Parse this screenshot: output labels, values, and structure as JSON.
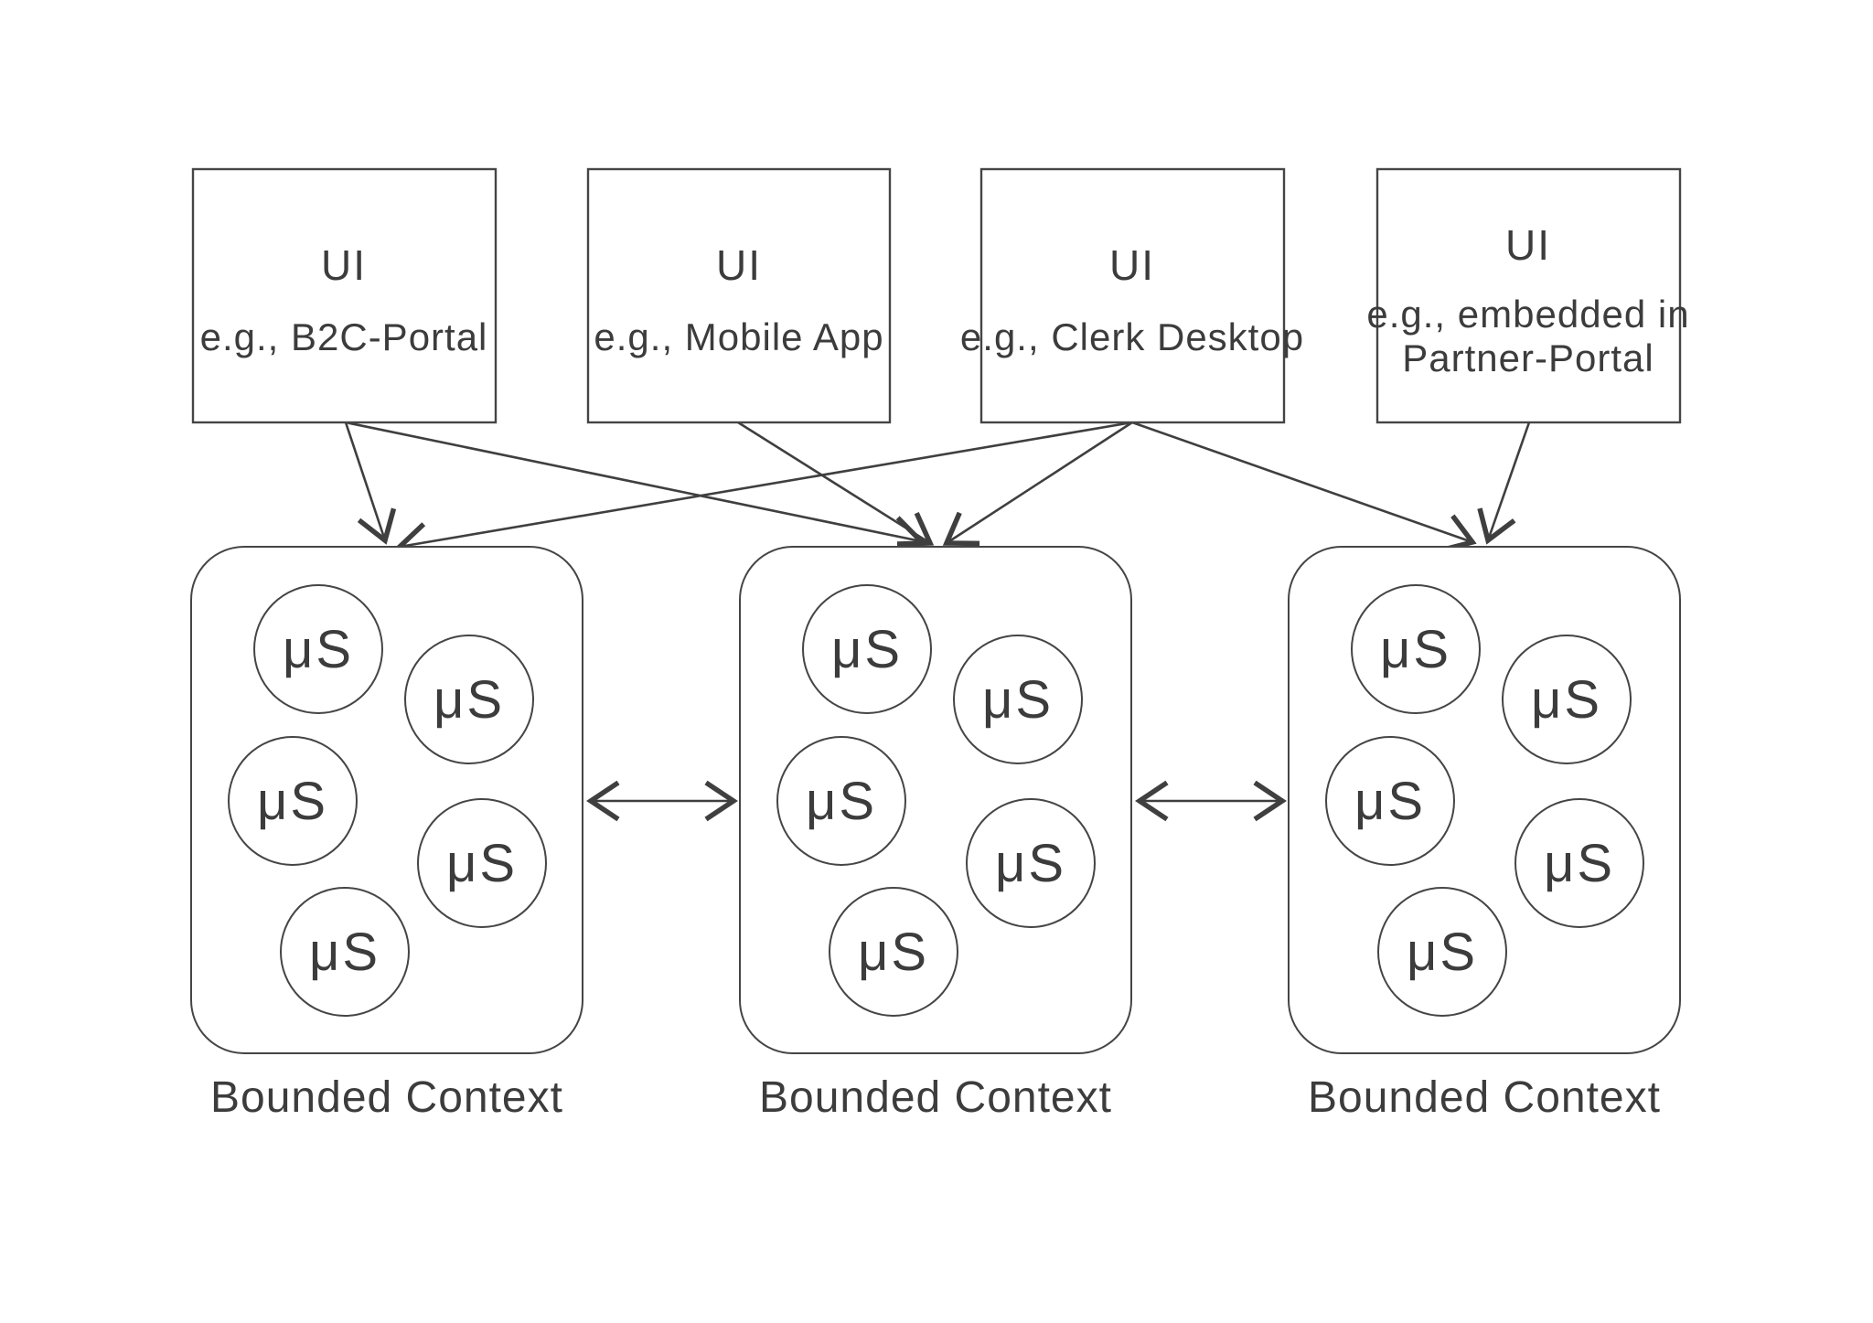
{
  "diagram": {
    "ui_boxes": [
      {
        "title": "UI",
        "subtitle_lines": [
          "e.g., B2C-Portal"
        ]
      },
      {
        "title": "UI",
        "subtitle_lines": [
          "e.g., Mobile App"
        ]
      },
      {
        "title": "UI",
        "subtitle_lines": [
          "e.g., Clerk Desktop"
        ]
      },
      {
        "title": "UI",
        "subtitle_lines": [
          "e.g., embedded in",
          "Partner-Portal"
        ]
      }
    ],
    "bounded_contexts": [
      {
        "label": "Bounded Context",
        "services": [
          "μS",
          "μS",
          "μS",
          "μS",
          "μS"
        ]
      },
      {
        "label": "Bounded Context",
        "services": [
          "μS",
          "μS",
          "μS",
          "μS",
          "μS"
        ]
      },
      {
        "label": "Bounded Context",
        "services": [
          "μS",
          "μS",
          "μS",
          "μS",
          "μS"
        ]
      }
    ],
    "connections": [
      {
        "from": "UI (e.g., B2C-Portal)",
        "to": "Bounded Context 1",
        "type": "arrow"
      },
      {
        "from": "UI (e.g., B2C-Portal)",
        "to": "Bounded Context 2",
        "type": "arrow"
      },
      {
        "from": "UI (e.g., Mobile App)",
        "to": "Bounded Context 2",
        "type": "arrow"
      },
      {
        "from": "UI (e.g., Clerk Desktop)",
        "to": "Bounded Context 1",
        "type": "arrow"
      },
      {
        "from": "UI (e.g., Clerk Desktop)",
        "to": "Bounded Context 2",
        "type": "arrow"
      },
      {
        "from": "UI (e.g., Clerk Desktop)",
        "to": "Bounded Context 3",
        "type": "arrow"
      },
      {
        "from": "UI (e.g., embedded in Partner-Portal)",
        "to": "Bounded Context 3",
        "type": "arrow"
      },
      {
        "from": "Bounded Context 1",
        "to": "Bounded Context 2",
        "type": "double-arrow"
      },
      {
        "from": "Bounded Context 2",
        "to": "Bounded Context 3",
        "type": "double-arrow"
      }
    ],
    "palette": {
      "stroke": "#454545",
      "line": "#3f3f3f",
      "text": "#3c3c3c",
      "background": "#ffffff"
    }
  }
}
